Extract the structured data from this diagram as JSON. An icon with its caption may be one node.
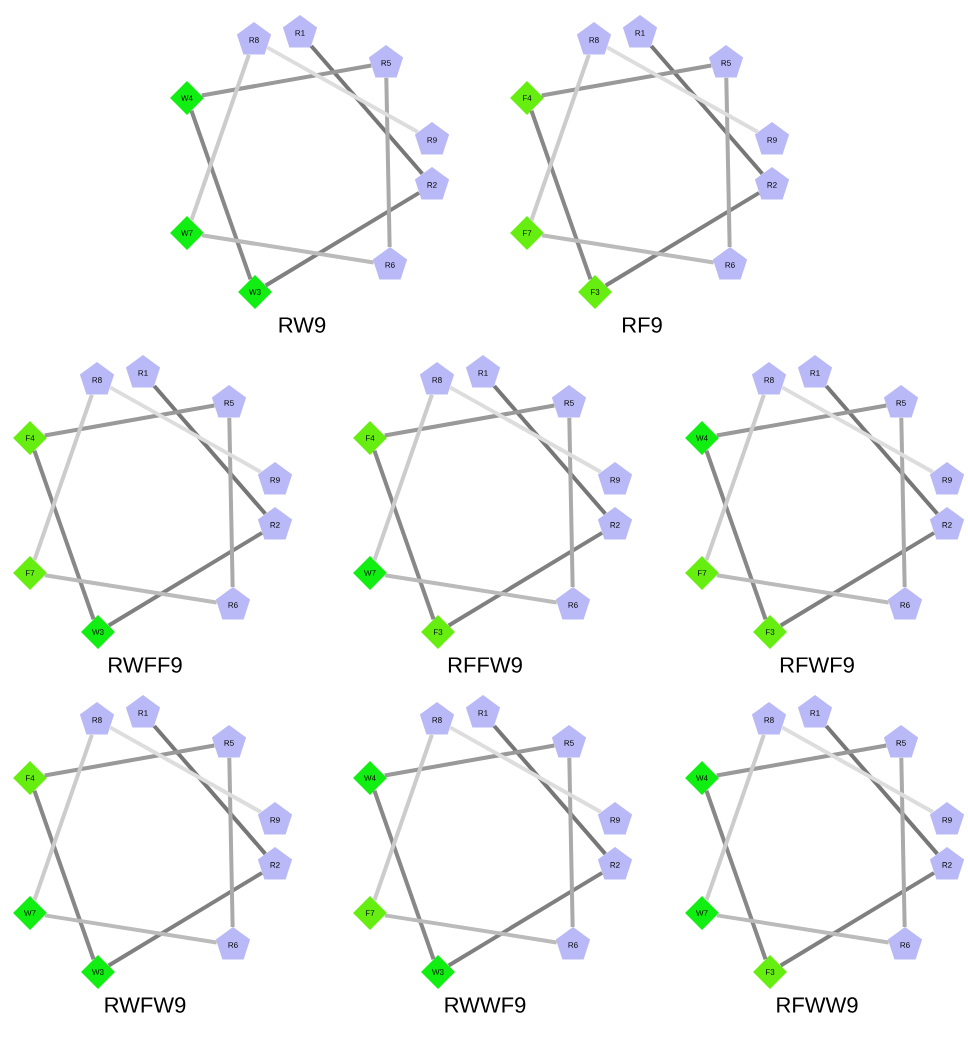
{
  "diagram": {
    "nodes": [
      {
        "text": [
          "R1"
        ]
      },
      {
        "text": [
          "R2"
        ]
      },
      {
        "text": [
          "W3"
        ]
      },
      {
        "text": [
          "W4"
        ]
      },
      {
        "text": [
          "R5"
        ]
      },
      {
        "text": [
          "R6"
        ]
      },
      {
        "text": [
          "W7"
        ]
      },
      {
        "text": [
          "R8"
        ]
      },
      {
        "text": [
          "R9"
        ]
      },
      {
        "text": [
          "R1"
        ]
      },
      {
        "text": [
          "R2"
        ]
      },
      {
        "text": [
          "F3"
        ]
      },
      {
        "text": [
          "F4"
        ]
      },
      {
        "text": [
          "R5"
        ]
      },
      {
        "text": [
          "R6"
        ]
      },
      {
        "text": [
          "F7"
        ]
      },
      {
        "text": [
          "R8"
        ]
      },
      {
        "text": [
          "R9"
        ]
      },
      {
        "text": [
          "R1"
        ]
      },
      {
        "text": [
          "R2"
        ]
      },
      {
        "text": [
          "W3"
        ]
      },
      {
        "text": [
          "F4"
        ]
      },
      {
        "text": [
          "R5"
        ]
      },
      {
        "text": [
          "R6"
        ]
      },
      {
        "text": [
          "F7"
        ]
      },
      {
        "text": [
          "R8"
        ]
      },
      {
        "text": [
          "R9"
        ]
      },
      {
        "text": [
          "R1"
        ]
      },
      {
        "text": [
          "R2"
        ]
      },
      {
        "text": [
          "F3"
        ]
      },
      {
        "text": [
          "F4"
        ]
      },
      {
        "text": [
          "R5"
        ]
      },
      {
        "text": [
          "R6"
        ]
      },
      {
        "text": [
          "W7"
        ]
      },
      {
        "text": [
          "R8"
        ]
      },
      {
        "text": [
          "R9"
        ]
      },
      {
        "text": [
          "R1"
        ]
      },
      {
        "text": [
          "R2"
        ]
      },
      {
        "text": [
          "F3"
        ]
      },
      {
        "text": [
          "W4"
        ]
      },
      {
        "text": [
          "R5"
        ]
      },
      {
        "text": [
          "R6"
        ]
      },
      {
        "text": [
          "F7"
        ]
      },
      {
        "text": [
          "R8"
        ]
      },
      {
        "text": [
          "R9"
        ]
      },
      {
        "text": [
          "R1"
        ]
      },
      {
        "text": [
          "R2"
        ]
      },
      {
        "text": [
          "W3"
        ]
      },
      {
        "text": [
          "F4"
        ]
      },
      {
        "text": [
          "R5"
        ]
      },
      {
        "text": [
          "R6"
        ]
      },
      {
        "text": [
          "W7"
        ]
      },
      {
        "text": [
          "R8"
        ]
      },
      {
        "text": [
          "R9"
        ]
      },
      {
        "text": [
          "R1"
        ]
      },
      {
        "text": [
          "R2"
        ]
      },
      {
        "text": [
          "W3"
        ]
      },
      {
        "text": [
          "W4"
        ]
      },
      {
        "text": [
          "R5"
        ]
      },
      {
        "text": [
          "R6"
        ]
      },
      {
        "text": [
          "F7"
        ]
      },
      {
        "text": [
          "R8"
        ]
      },
      {
        "text": [
          "R9"
        ]
      },
      {
        "text": [
          "R1"
        ]
      },
      {
        "text": [
          "R2"
        ]
      },
      {
        "text": [
          "F3"
        ]
      },
      {
        "text": [
          "W4"
        ]
      },
      {
        "text": [
          "R5"
        ]
      },
      {
        "text": [
          "R6"
        ]
      },
      {
        "text": [
          "W7"
        ]
      },
      {
        "text": [
          "R8"
        ]
      },
      {
        "text": [
          "R9"
        ]
      }
    ],
    "edges": [
      {
        "from": 0,
        "to": 1,
        "arrow": "none",
        "color": "#777777"
      },
      {
        "from": 1,
        "to": 2,
        "arrow": "none",
        "color": "#808080"
      },
      {
        "from": 2,
        "to": 3,
        "arrow": "none",
        "color": "#888888"
      },
      {
        "from": 3,
        "to": 4,
        "arrow": "none",
        "color": "#999999"
      },
      {
        "from": 4,
        "to": 5,
        "arrow": "none",
        "color": "#aaaaaa"
      },
      {
        "from": 5,
        "to": 6,
        "arrow": "none",
        "color": "#bbbbbb"
      },
      {
        "from": 6,
        "to": 7,
        "arrow": "none",
        "color": "#cccccc"
      },
      {
        "from": 7,
        "to": 8,
        "arrow": "none",
        "color": "#dddddd"
      },
      {
        "from": 9,
        "to": 10,
        "arrow": "none",
        "color": "#777777"
      },
      {
        "from": 10,
        "to": 11,
        "arrow": "none",
        "color": "#808080"
      },
      {
        "from": 11,
        "to": 12,
        "arrow": "none",
        "color": "#888888"
      },
      {
        "from": 12,
        "to": 13,
        "arrow": "none",
        "color": "#999999"
      },
      {
        "from": 13,
        "to": 14,
        "arrow": "none",
        "color": "#aaaaaa"
      },
      {
        "from": 14,
        "to": 15,
        "arrow": "none",
        "color": "#bbbbbb"
      },
      {
        "from": 15,
        "to": 16,
        "arrow": "none",
        "color": "#cccccc"
      },
      {
        "from": 16,
        "to": 17,
        "arrow": "none",
        "color": "#dddddd"
      },
      {
        "from": 18,
        "to": 19,
        "arrow": "none",
        "color": "#777777"
      },
      {
        "from": 19,
        "to": 20,
        "arrow": "none",
        "color": "#808080"
      },
      {
        "from": 20,
        "to": 21,
        "arrow": "none",
        "color": "#888888"
      },
      {
        "from": 21,
        "to": 22,
        "arrow": "none",
        "color": "#999999"
      },
      {
        "from": 22,
        "to": 23,
        "arrow": "none",
        "color": "#aaaaaa"
      },
      {
        "from": 23,
        "to": 24,
        "arrow": "none",
        "color": "#bbbbbb"
      },
      {
        "from": 24,
        "to": 25,
        "arrow": "none",
        "color": "#cccccc"
      },
      {
        "from": 25,
        "to": 26,
        "arrow": "none",
        "color": "#dddddd"
      },
      {
        "from": 27,
        "to": 28,
        "arrow": "none",
        "color": "#777777"
      },
      {
        "from": 28,
        "to": 29,
        "arrow": "none",
        "color": "#808080"
      },
      {
        "from": 29,
        "to": 30,
        "arrow": "none",
        "color": "#888888"
      },
      {
        "from": 30,
        "to": 31,
        "arrow": "none",
        "color": "#999999"
      },
      {
        "from": 31,
        "to": 32,
        "arrow": "none",
        "color": "#aaaaaa"
      },
      {
        "from": 32,
        "to": 33,
        "arrow": "none",
        "color": "#bbbbbb"
      },
      {
        "from": 33,
        "to": 34,
        "arrow": "none",
        "color": "#cccccc"
      },
      {
        "from": 34,
        "to": 35,
        "arrow": "none",
        "color": "#dddddd"
      },
      {
        "from": 36,
        "to": 37,
        "arrow": "none",
        "color": "#777777"
      },
      {
        "from": 37,
        "to": 38,
        "arrow": "none",
        "color": "#808080"
      },
      {
        "from": 38,
        "to": 39,
        "arrow": "none",
        "color": "#888888"
      },
      {
        "from": 39,
        "to": 40,
        "arrow": "none",
        "color": "#999999"
      },
      {
        "from": 40,
        "to": 41,
        "arrow": "none",
        "color": "#aaaaaa"
      },
      {
        "from": 41,
        "to": 42,
        "arrow": "none",
        "color": "#bbbbbb"
      },
      {
        "from": 42,
        "to": 43,
        "arrow": "none",
        "color": "#cccccc"
      },
      {
        "from": 43,
        "to": 44,
        "arrow": "none",
        "color": "#dddddd"
      },
      {
        "from": 45,
        "to": 46,
        "arrow": "none",
        "color": "#777777"
      },
      {
        "from": 46,
        "to": 47,
        "arrow": "none",
        "color": "#808080"
      },
      {
        "from": 47,
        "to": 48,
        "arrow": "none",
        "color": "#888888"
      },
      {
        "from": 48,
        "to": 49,
        "arrow": "none",
        "color": "#999999"
      },
      {
        "from": 49,
        "to": 50,
        "arrow": "none",
        "color": "#aaaaaa"
      },
      {
        "from": 50,
        "to": 51,
        "arrow": "none",
        "color": "#bbbbbb"
      },
      {
        "from": 51,
        "to": 52,
        "arrow": "none",
        "color": "#cccccc"
      },
      {
        "from": 52,
        "to": 53,
        "arrow": "none",
        "color": "#dddddd"
      },
      {
        "from": 54,
        "to": 55,
        "arrow": "none",
        "color": "#777777"
      },
      {
        "from": 55,
        "to": 56,
        "arrow": "none",
        "color": "#808080"
      },
      {
        "from": 56,
        "to": 57,
        "arrow": "none",
        "color": "#888888"
      },
      {
        "from": 57,
        "to": 58,
        "arrow": "none",
        "color": "#999999"
      },
      {
        "from": 58,
        "to": 59,
        "arrow": "none",
        "color": "#aaaaaa"
      },
      {
        "from": 59,
        "to": 60,
        "arrow": "none",
        "color": "#bbbbbb"
      },
      {
        "from": 60,
        "to": 61,
        "arrow": "none",
        "color": "#cccccc"
      },
      {
        "from": 61,
        "to": 62,
        "arrow": "none",
        "color": "#dddddd"
      },
      {
        "from": 63,
        "to": 64,
        "arrow": "none",
        "color": "#777777"
      },
      {
        "from": 64,
        "to": 65,
        "arrow": "none",
        "color": "#808080"
      },
      {
        "from": 65,
        "to": 66,
        "arrow": "none",
        "color": "#888888"
      },
      {
        "from": 66,
        "to": 67,
        "arrow": "none",
        "color": "#999999"
      },
      {
        "from": 67,
        "to": 68,
        "arrow": "none",
        "color": "#aaaaaa"
      },
      {
        "from": 68,
        "to": 69,
        "arrow": "none",
        "color": "#bbbbbb"
      },
      {
        "from": 69,
        "to": 70,
        "arrow": "none",
        "color": "#cccccc"
      },
      {
        "from": 70,
        "to": 71,
        "arrow": "none",
        "color": "#dddddd"
      }
    ],
    "labels": [
      "RW9",
      "RF9",
      "RWFF9",
      "RFFW9",
      "RFWF9",
      "RWFW9",
      "RWWF9",
      "RFWW9"
    ]
  }
}
